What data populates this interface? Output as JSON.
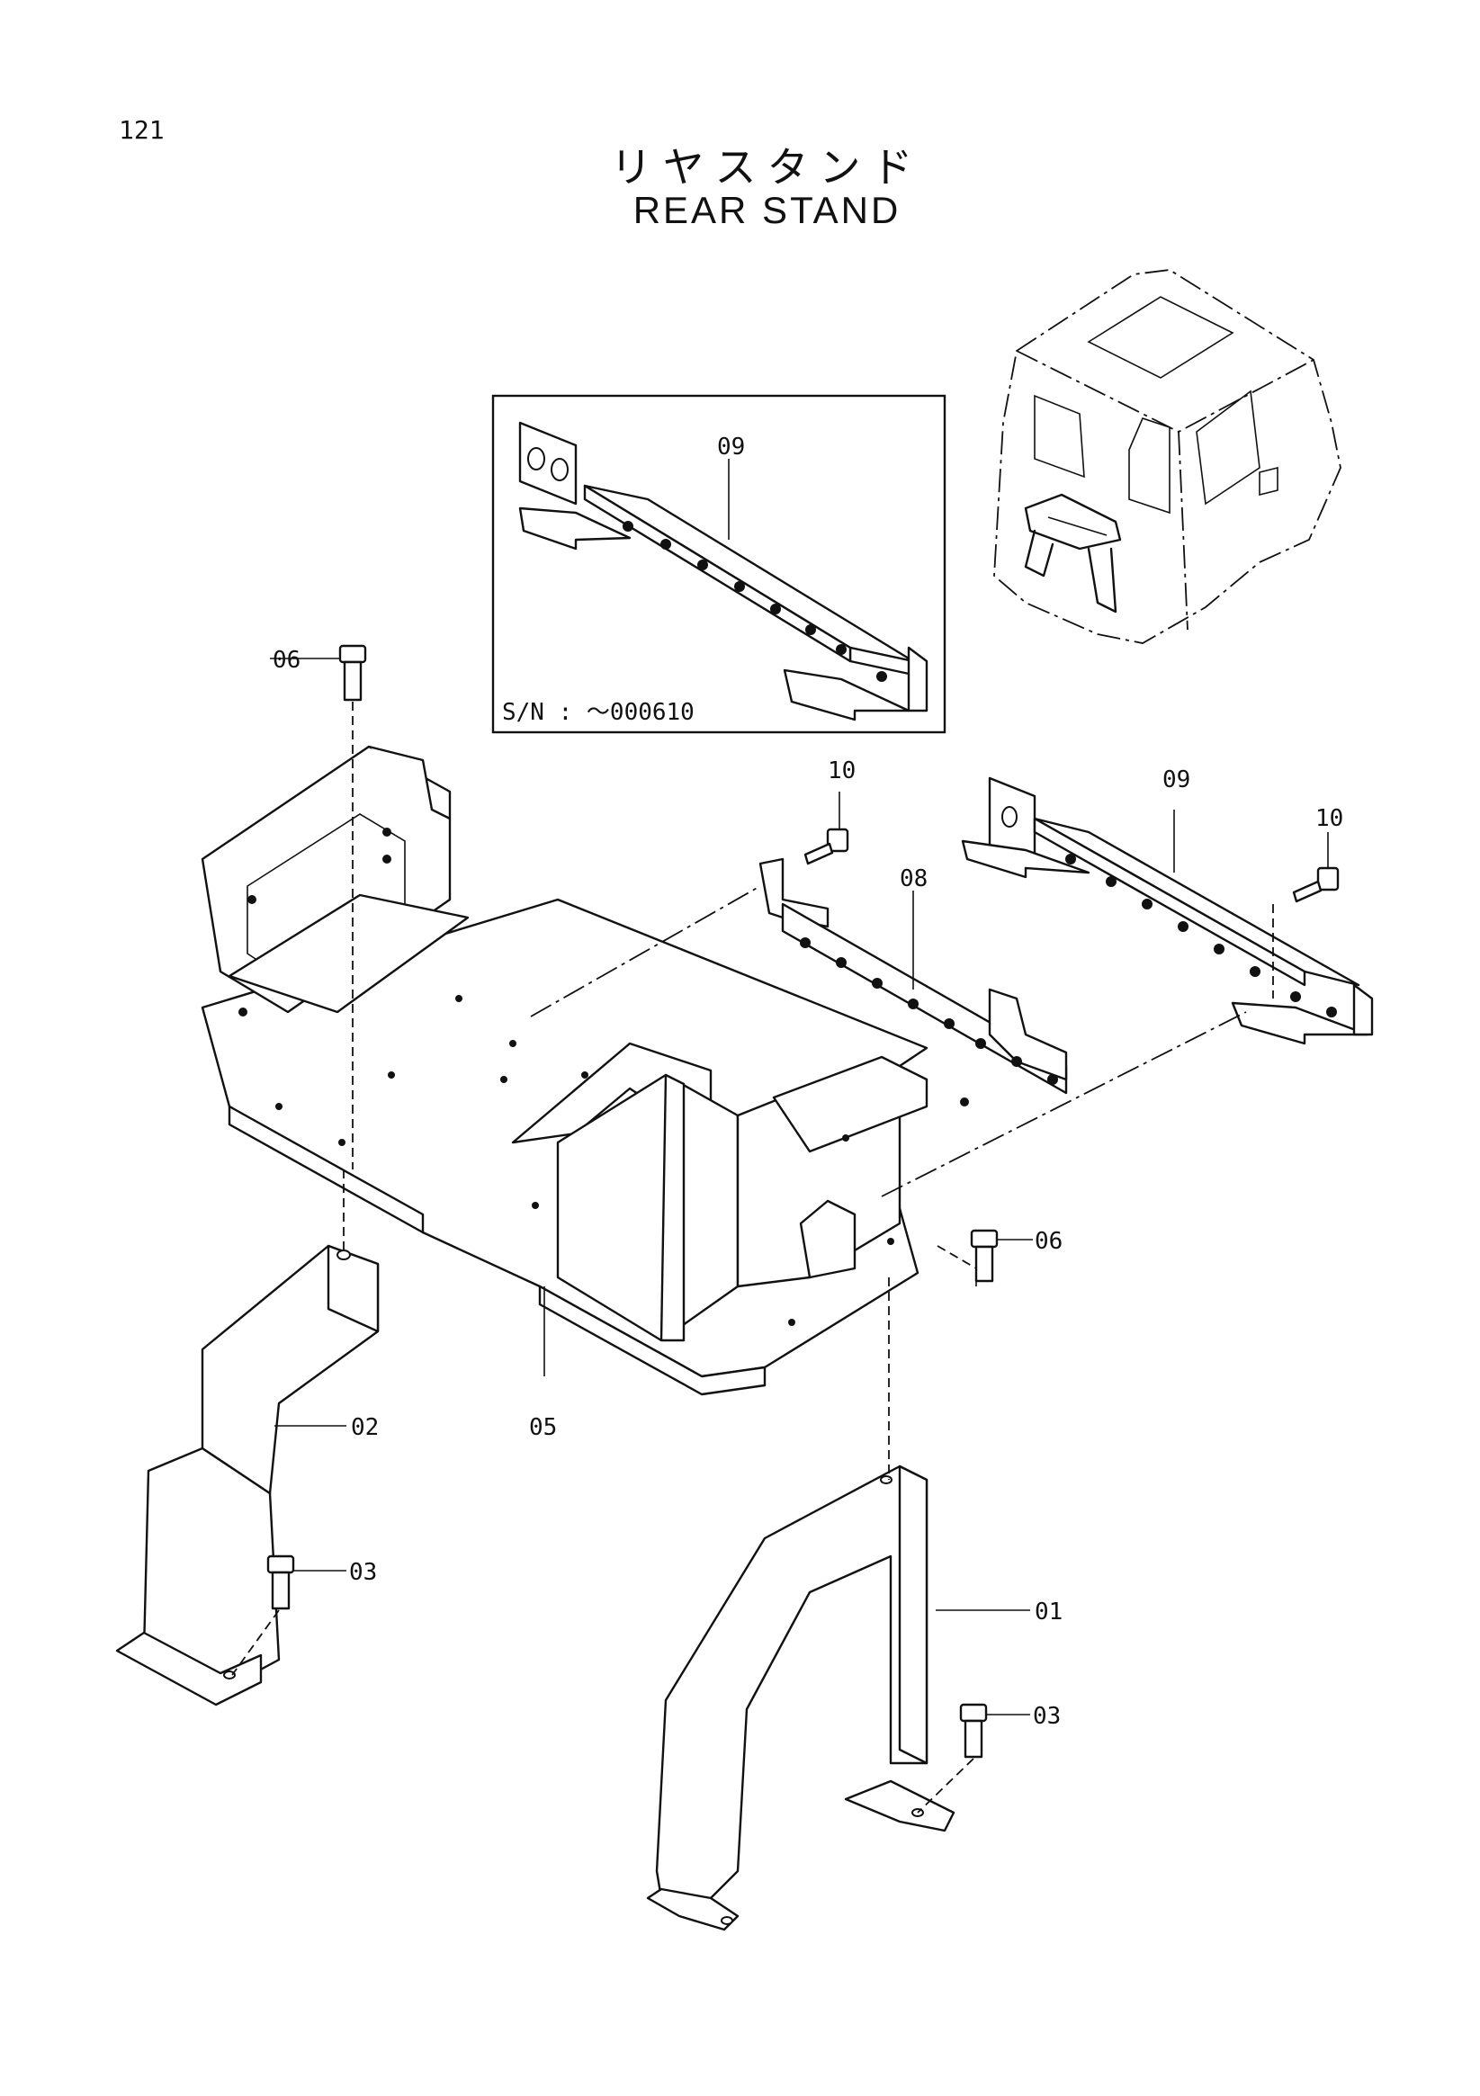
{
  "page_number": "121",
  "title_jp": "リヤスタンド",
  "title_en": "REAR STAND",
  "inset_note": "S/N : ～000610",
  "callouts": {
    "p01": "01",
    "p02": "02",
    "p03a": "03",
    "p03b": "03",
    "p05": "05",
    "p06a": "06",
    "p06b": "06",
    "p08": "08",
    "p09a": "09",
    "p09b": "09",
    "p10a": "10",
    "p10b": "10"
  }
}
